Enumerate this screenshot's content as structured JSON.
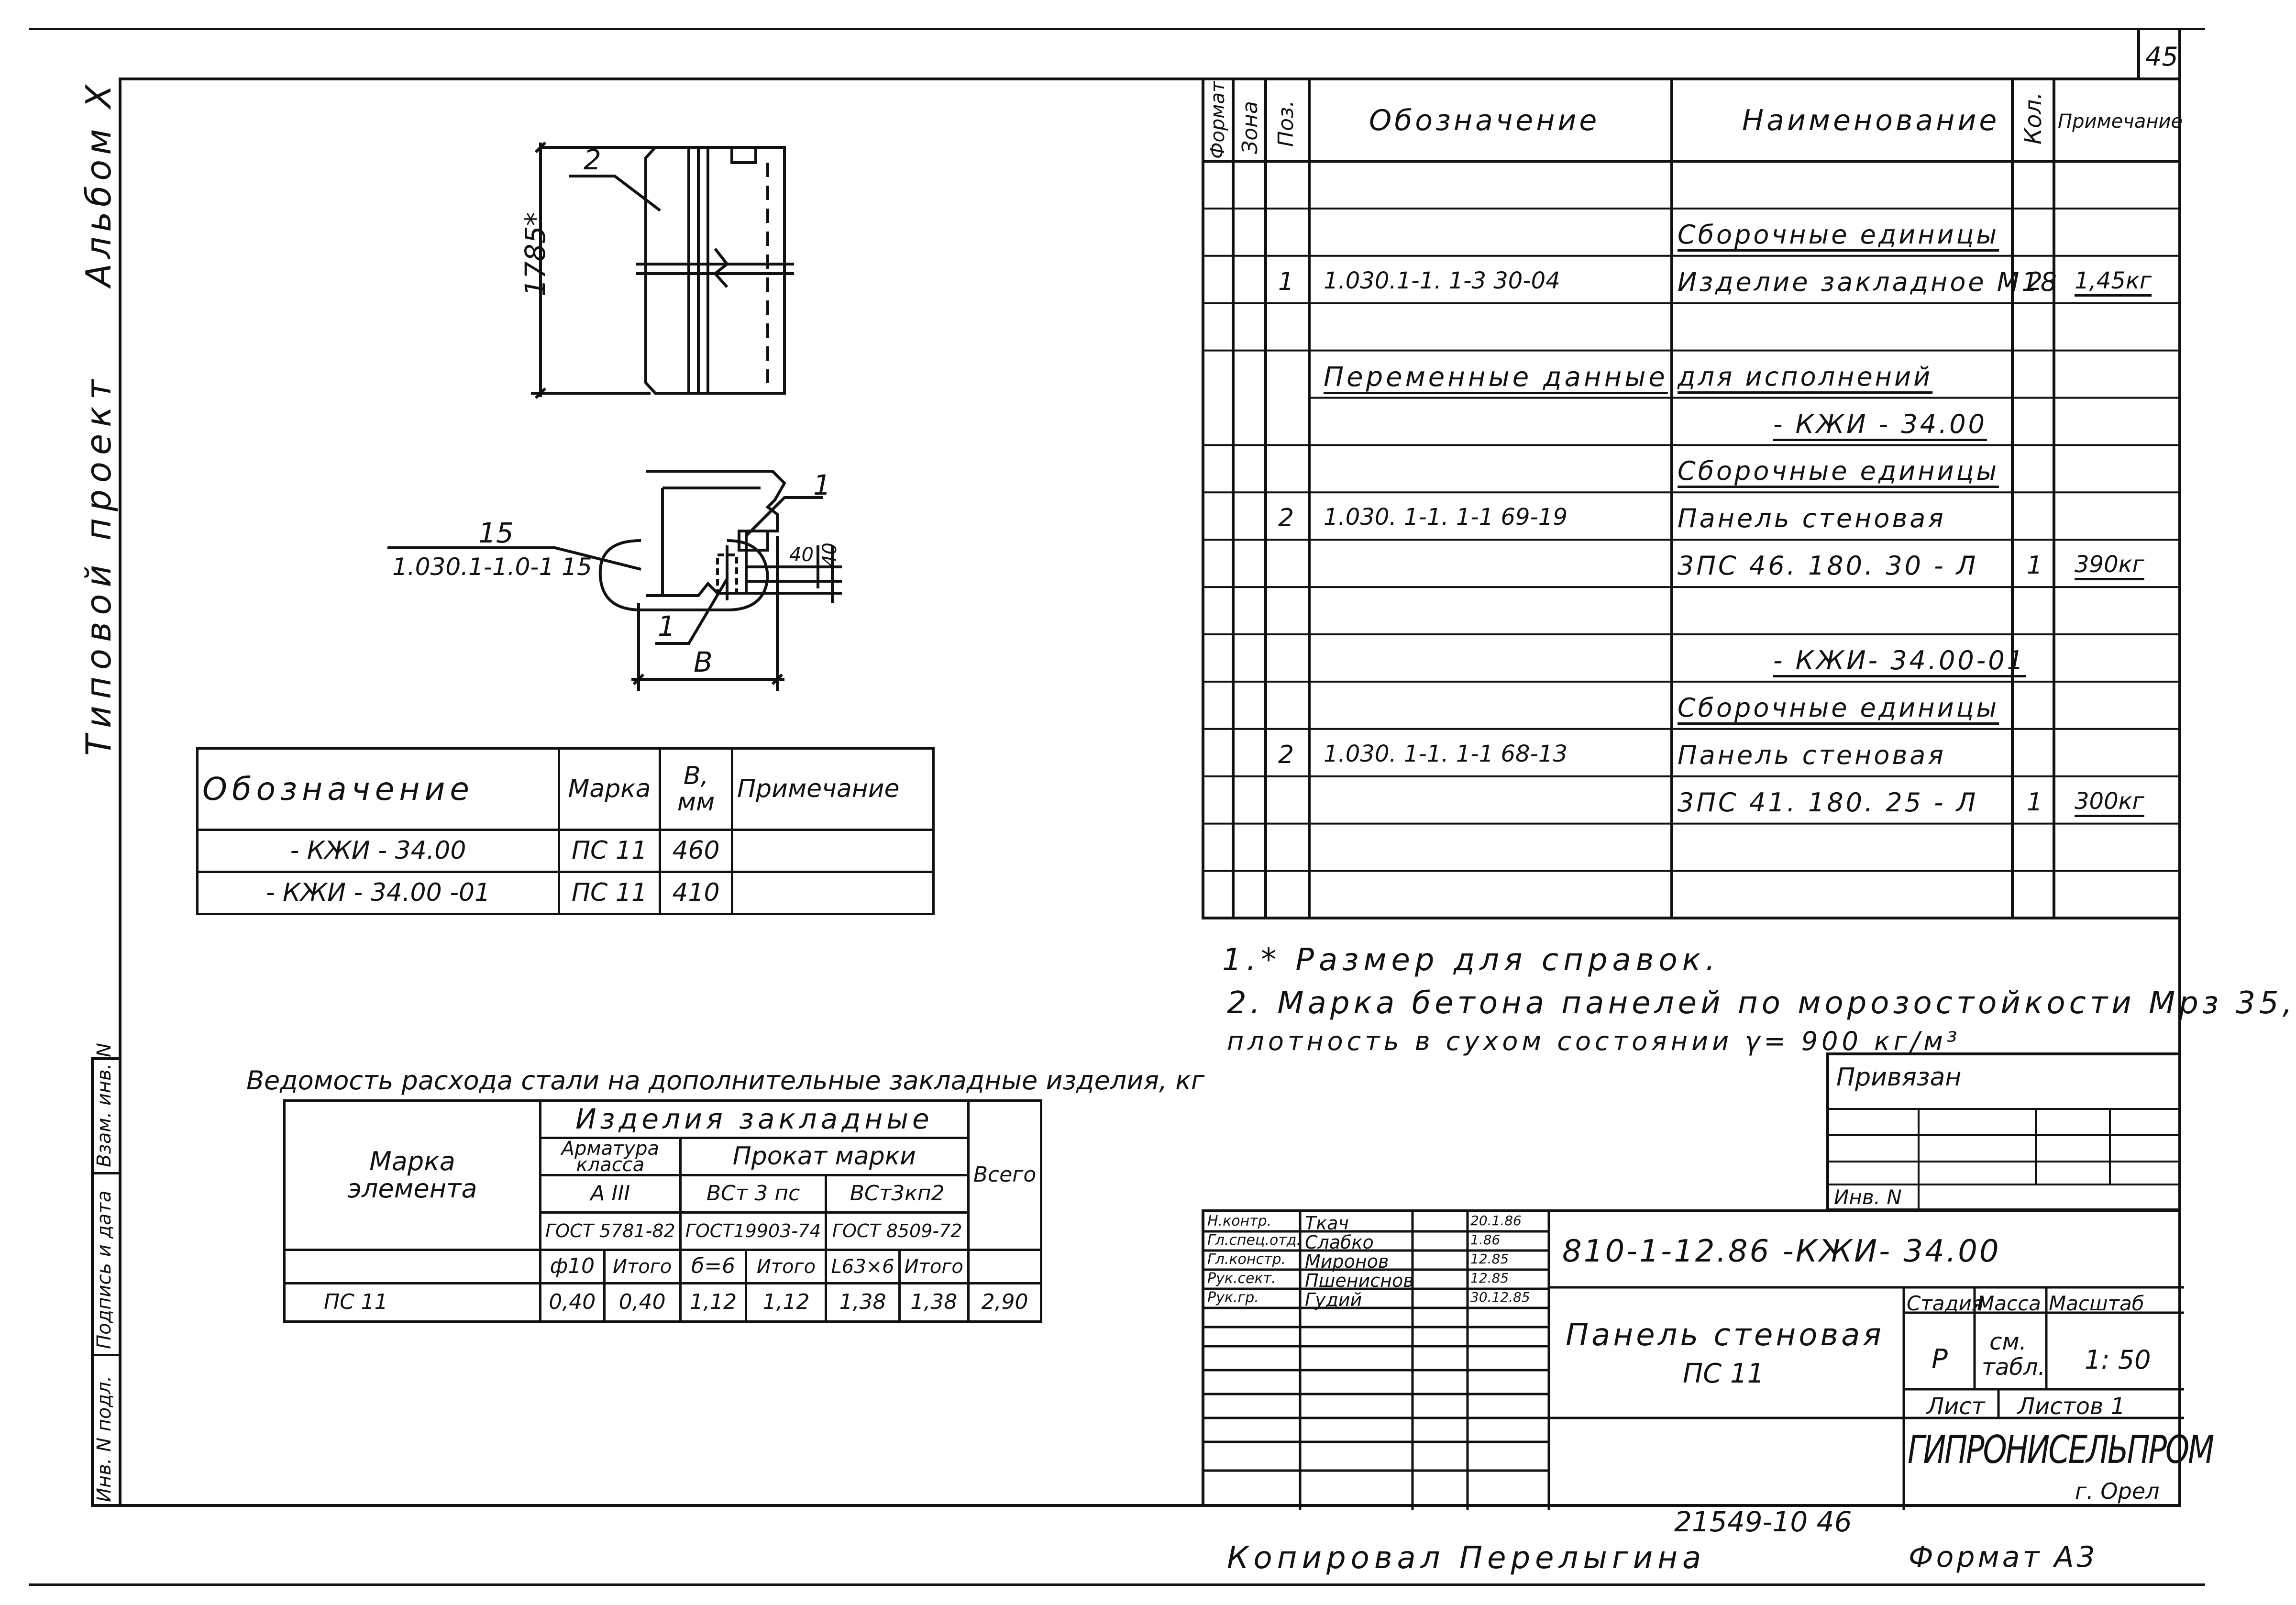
{
  "sheet_number": "45",
  "side_texts": {
    "album": "Альбом X",
    "project": "Типовой проект",
    "stamp_cols": [
      "Инв. N подл.",
      "Подпись и дата",
      "Взам. инв. N"
    ]
  },
  "drawing": {
    "dim_height": "1785*",
    "callout_2": "2",
    "callout_1a": "1",
    "callout_1b": "1",
    "callout_15": "15",
    "callout_15_ref": "1.030.1-1.0-1 15",
    "dim_40a": "40",
    "dim_40b": "40",
    "dim_b": "В"
  },
  "variants_table": {
    "headers": [
      "Обозначение",
      "Марка",
      "В, мм",
      "Примечание"
    ],
    "rows": [
      [
        "- КЖИ - 34.00",
        "ПС 11",
        "460",
        ""
      ],
      [
        "- КЖИ - 34.00 -01",
        "ПС 11",
        "410",
        ""
      ]
    ]
  },
  "steel_table": {
    "title": "Ведомость расхода стали на дополнительные закладные изделия, кг",
    "h_mark": "Марка элемента",
    "h_items": "Изделия закладные",
    "h_armature": "Арматура класса",
    "h_rolled": "Прокат марки",
    "h_total": "Всего",
    "h_a3": "А III",
    "h_vst3ps": "ВСт 3 пс",
    "h_vst3kp2": "ВСт3кп2",
    "h_gost1": "ГОСТ 5781-82",
    "h_gost2": "ГОСТ19903-74",
    "h_gost3": "ГОСТ 8509-72",
    "h_phi10": "ф10",
    "h_itogo1": "Итого",
    "h_b6": "б=6",
    "h_itogo2": "Итого",
    "h_l63": "L63×6",
    "h_itogo3": "Итого",
    "row": [
      "ПС 11",
      "0,40",
      "0,40",
      "1,12",
      "1,12",
      "1,38",
      "1,38",
      "2,90"
    ]
  },
  "spec": {
    "headers": [
      "Формат",
      "Зона",
      "Поз.",
      "Обозначение",
      "Наименование",
      "Кол.",
      "Примечание"
    ],
    "rows": [
      {
        "pos": "",
        "des": "",
        "name": "",
        "qty": "",
        "note": "",
        "name_ul": false
      },
      {
        "pos": "",
        "des": "",
        "name": "Сборочные единицы",
        "qty": "",
        "note": "",
        "name_ul": true
      },
      {
        "pos": "1",
        "des": "1.030.1-1. 1-3     30-04",
        "name": "Изделие закладное М18",
        "qty": "2",
        "note": "1,45кг",
        "name_ul": false
      },
      {
        "pos": "",
        "des": "",
        "name": "",
        "qty": "",
        "note": "",
        "name_ul": false
      },
      {
        "pos": "",
        "des": "Переменные   данные",
        "name": "для  исполнений",
        "qty": "",
        "note": "",
        "name_ul": true,
        "des_ul": true
      },
      {
        "pos": "",
        "des": "",
        "name": "- КЖИ - 34.00",
        "qty": "",
        "note": "",
        "name_ul": true,
        "right": true
      },
      {
        "pos": "",
        "des": "",
        "name": "Сборочные единицы",
        "qty": "",
        "note": "",
        "name_ul": true
      },
      {
        "pos": "2",
        "des": "1.030. 1-1. 1-1     69-19",
        "name": "Панель стеновая",
        "qty": "",
        "note": "",
        "name_ul": false
      },
      {
        "pos": "",
        "des": "",
        "name": "3ПС 46. 180. 30 - Л",
        "qty": "1",
        "note": "390кг",
        "name_ul": false
      },
      {
        "pos": "",
        "des": "",
        "name": "",
        "qty": "",
        "note": "",
        "name_ul": false
      },
      {
        "pos": "",
        "des": "",
        "name": "- КЖИ- 34.00-01",
        "qty": "",
        "note": "",
        "name_ul": true,
        "right": true
      },
      {
        "pos": "",
        "des": "",
        "name": "Сборочные единицы",
        "qty": "",
        "note": "",
        "name_ul": true
      },
      {
        "pos": "2",
        "des": "1.030. 1-1. 1-1     68-13",
        "name": "Панель стеновая",
        "qty": "",
        "note": "",
        "name_ul": false
      },
      {
        "pos": "",
        "des": "",
        "name": "3ПС 41. 180. 25 - Л",
        "qty": "1",
        "note": "300кг",
        "name_ul": false
      },
      {
        "pos": "",
        "des": "",
        "name": "",
        "qty": "",
        "note": "",
        "name_ul": false
      },
      {
        "pos": "",
        "des": "",
        "name": "",
        "qty": "",
        "note": "",
        "name_ul": false
      }
    ]
  },
  "notes": [
    "1.* Размер для справок.",
    "2. Марка бетона панелей по морозостойкости Мрз 35,",
    "плотность в сухом состоянии γ= 900 кг/м³"
  ],
  "bound_block": {
    "privyazan": "Привязан",
    "inv": "Инв. N"
  },
  "title_block": {
    "roles": [
      {
        "role": "Н.контр.",
        "name": "Ткач",
        "date": "20.1.86"
      },
      {
        "role": "Гл.спец.отд.",
        "name": "Слабко",
        "date": "1.86"
      },
      {
        "role": "Гл.констр.",
        "name": "Миронов",
        "date": "12.85"
      },
      {
        "role": "Рук.сект.",
        "name": "Пшениснов",
        "date": "12.85"
      },
      {
        "role": "Рук.гр.",
        "name": "Гудий",
        "date": "30.12.85"
      }
    ],
    "code": "810-1-12.86  -КЖИ- 34.00",
    "name_l1": "Панель стеновая",
    "name_l2": "ПС 11",
    "h_stage": "Стадия",
    "h_mass": "Масса",
    "h_scale": "Масштаб",
    "stage": "Р",
    "mass": "см. табл.",
    "scale": "1: 50",
    "sheet": "Лист",
    "sheets": "Листов 1",
    "org": "ГИПРОНИСЕЛЬПРОМ",
    "city": "г. Орел"
  },
  "bottom": {
    "inv_number": "21549-10  46",
    "copied": "Копировал Перелыгина",
    "format": "Формат А3"
  }
}
